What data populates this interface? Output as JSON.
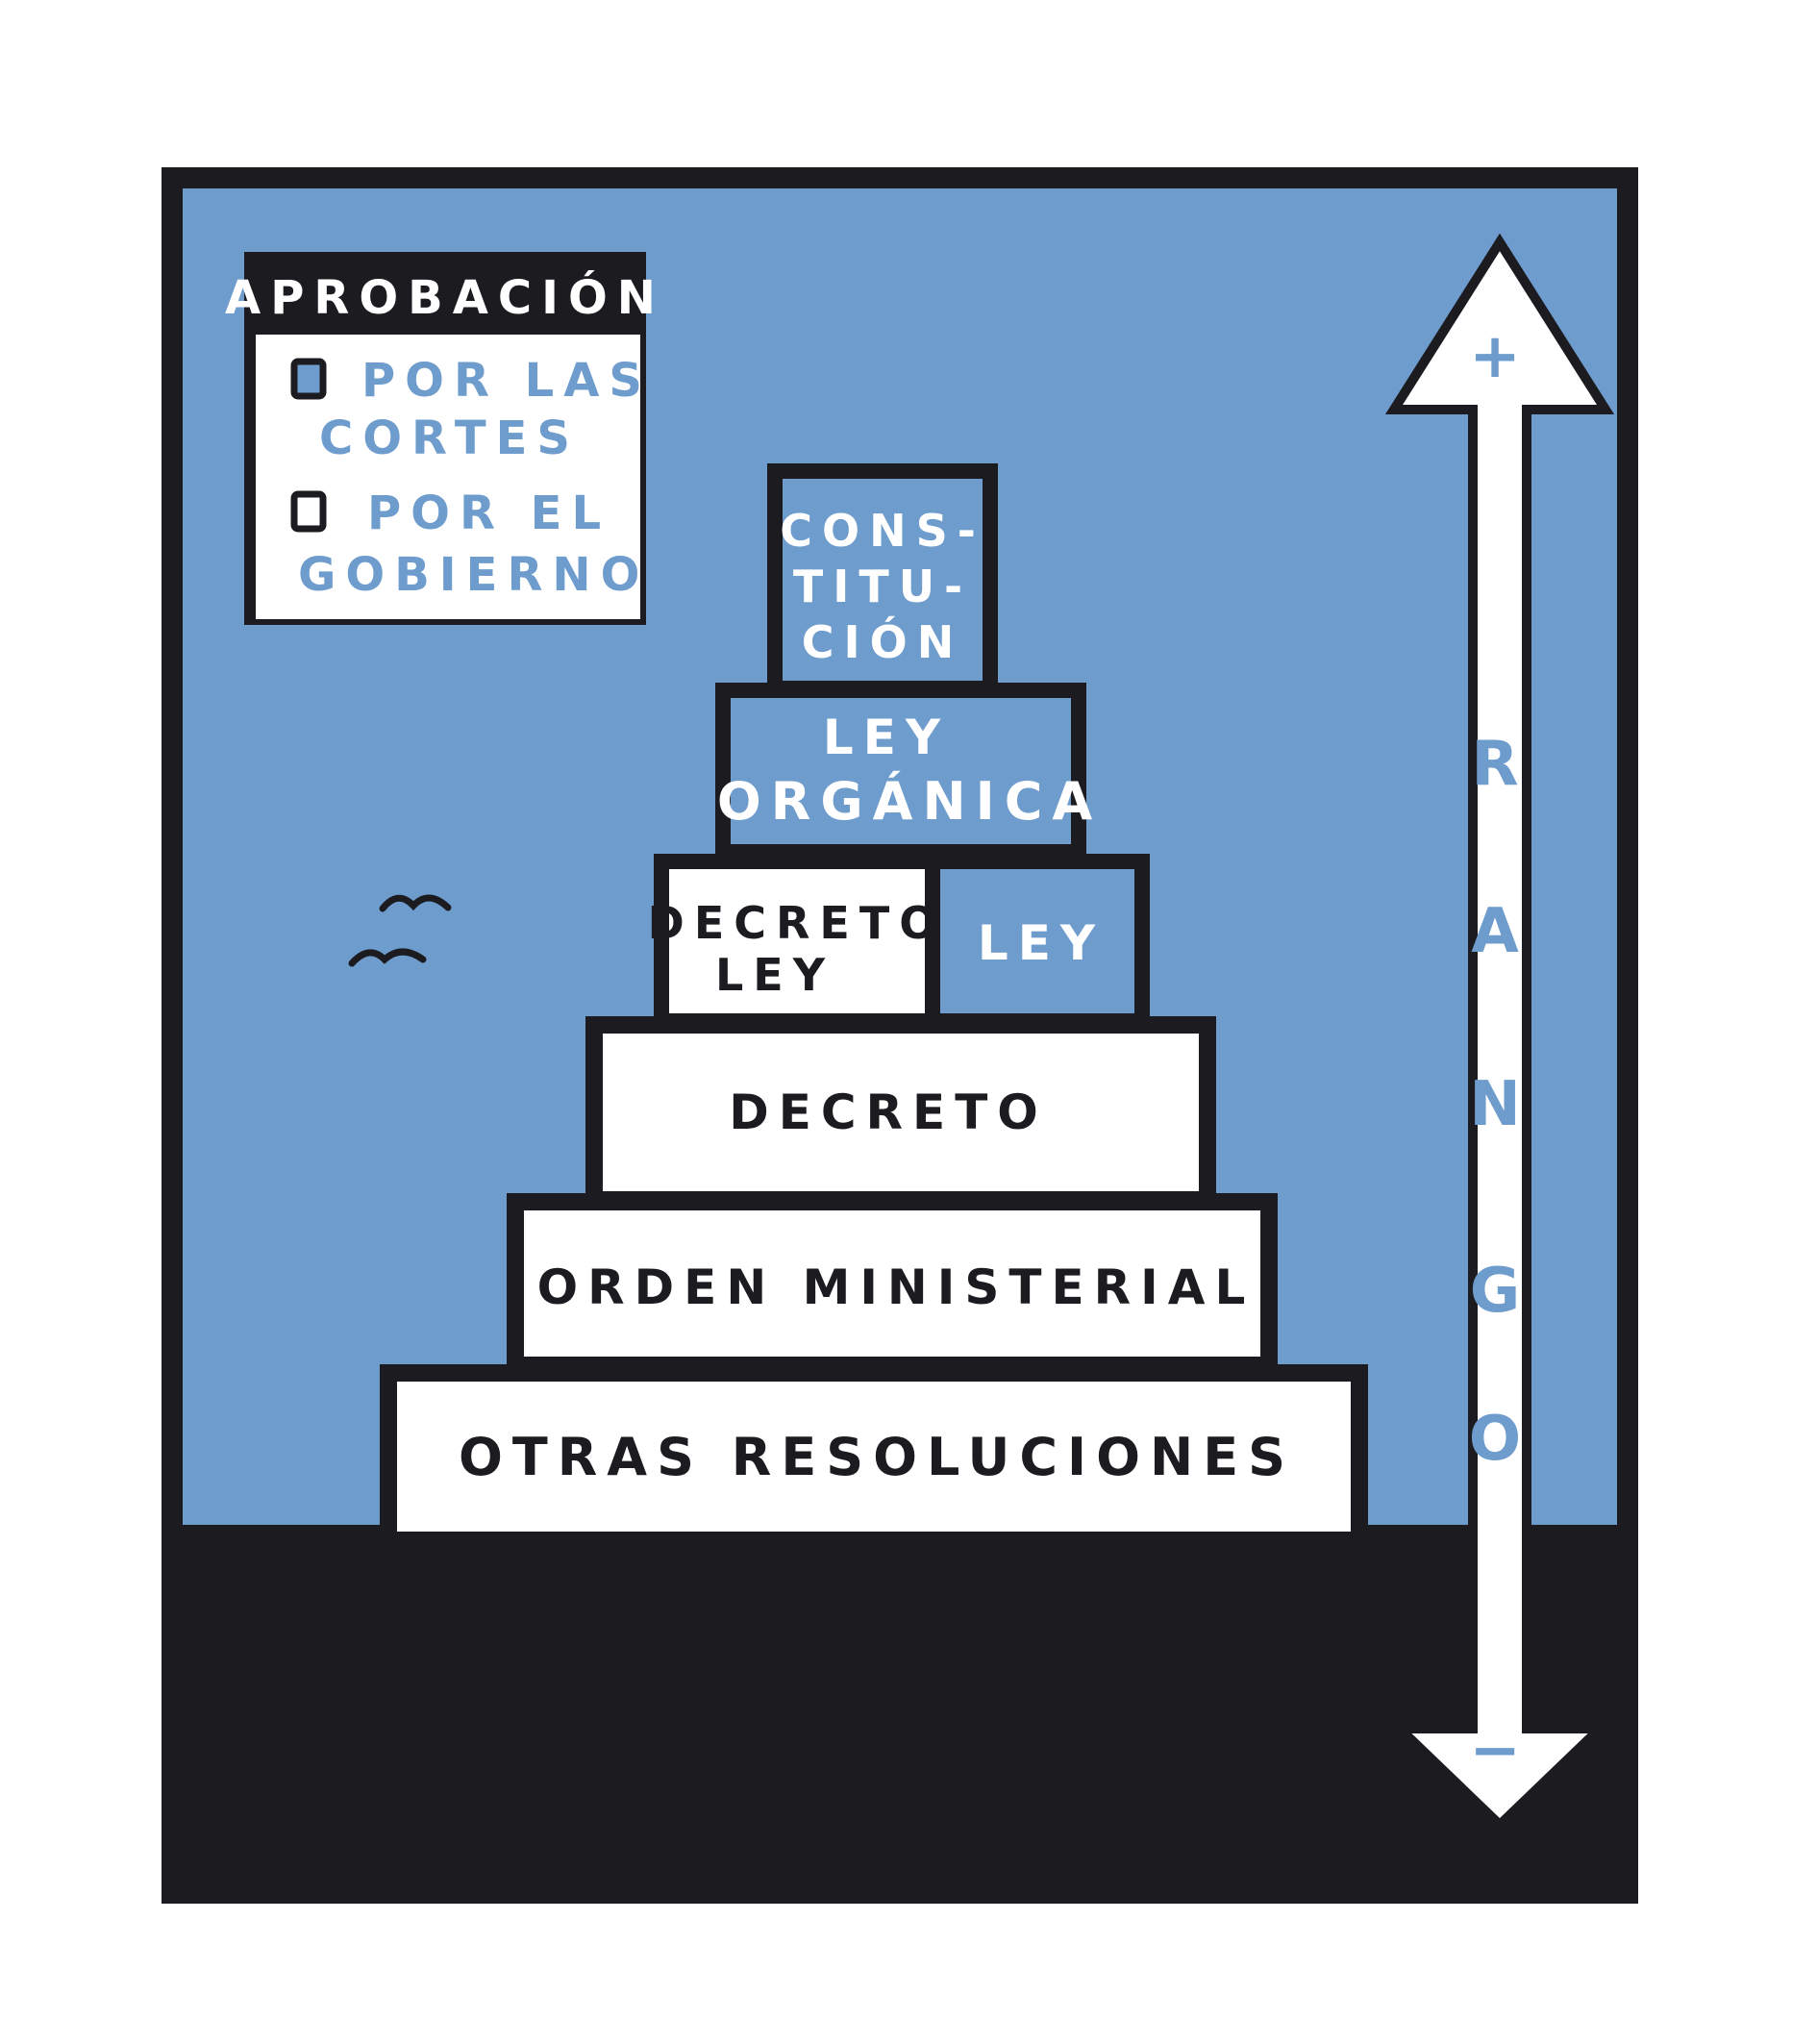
{
  "colors": {
    "sky": "#6e9ccd",
    "ink": "#1c1b20",
    "paper": "#ffffff",
    "cortes": "#6e9ccd",
    "gobierno": "#ffffff"
  },
  "legend": {
    "title": "APROBACIÓN",
    "items": [
      {
        "line1": "POR LAS",
        "line2": "CORTES",
        "swatch": "cortes"
      },
      {
        "line1": "POR EL",
        "line2": "GOBIERNO",
        "swatch": "gobierno"
      }
    ]
  },
  "pyramid": {
    "levels": [
      {
        "lines": [
          "CONS-",
          "TITU-",
          "CIÓN"
        ],
        "approval": "cortes"
      },
      {
        "lines": [
          "LEY",
          "ORGÁNICA"
        ],
        "approval": "cortes"
      },
      {
        "left": {
          "lines": [
            "DECRETO",
            "LEY"
          ],
          "approval": "gobierno"
        },
        "right": {
          "lines": [
            "LEY"
          ],
          "approval": "cortes"
        }
      },
      {
        "lines": [
          "DECRETO"
        ],
        "approval": "gobierno"
      },
      {
        "lines": [
          "ORDEN MINISTERIAL"
        ],
        "approval": "gobierno"
      },
      {
        "lines": [
          "OTRAS RESOLUCIONES"
        ],
        "approval": "gobierno"
      }
    ]
  },
  "rank_axis": {
    "label_letters": [
      "R",
      "A",
      "N",
      "G",
      "O"
    ],
    "top_symbol": "+",
    "bottom_symbol": "−"
  },
  "decorations": {
    "birds": [
      "bird-icon",
      "bird-icon"
    ]
  }
}
